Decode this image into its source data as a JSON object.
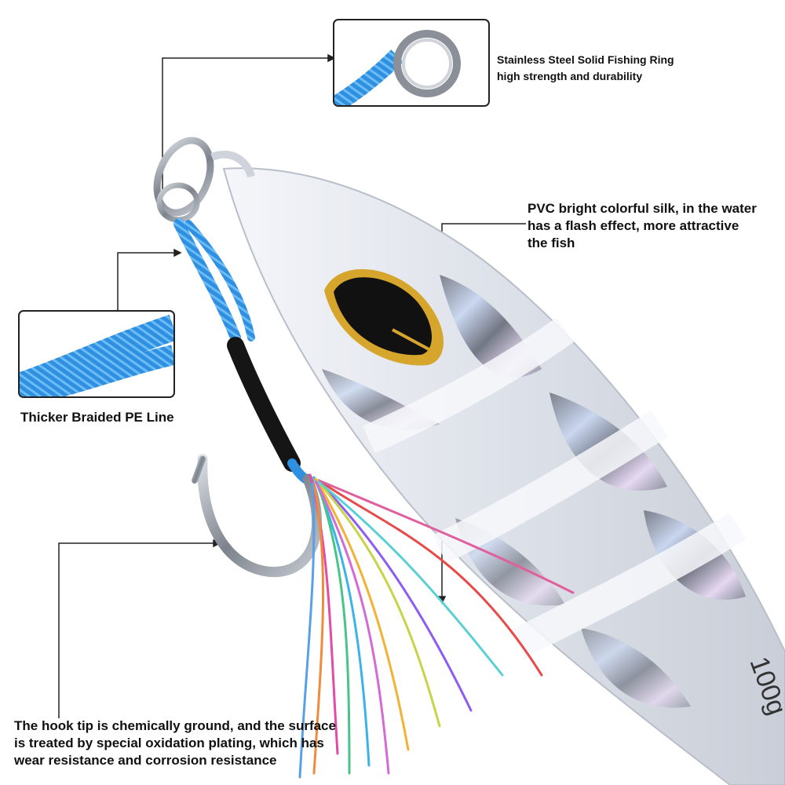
{
  "callouts": {
    "ring": [
      "Stainless Steel Solid Fishing Ring",
      "high strength and durability"
    ],
    "pvc": [
      "PVC bright colorful silk, in the water",
      "has a flash effect, more attractive",
      "the fish"
    ],
    "line": [
      "Thicker Braided PE Line"
    ],
    "hook": [
      "The hook tip is chemically ground, and the surface",
      "is treated by special oxidation plating, which has",
      "wear resistance and corrosion resistance"
    ]
  },
  "lure": {
    "weight_marking": "100g"
  },
  "colors": {
    "pe_line": "#2f8fe0",
    "lure_body": "#e4e8ef",
    "eye_gold": "#d6a62c",
    "hook_steel": "#9aa0a8",
    "text": "#111111"
  },
  "icons": [
    "split-ring-icon",
    "braided-line-icon",
    "hook-icon",
    "jig-lure-icon",
    "skirt-icon"
  ]
}
